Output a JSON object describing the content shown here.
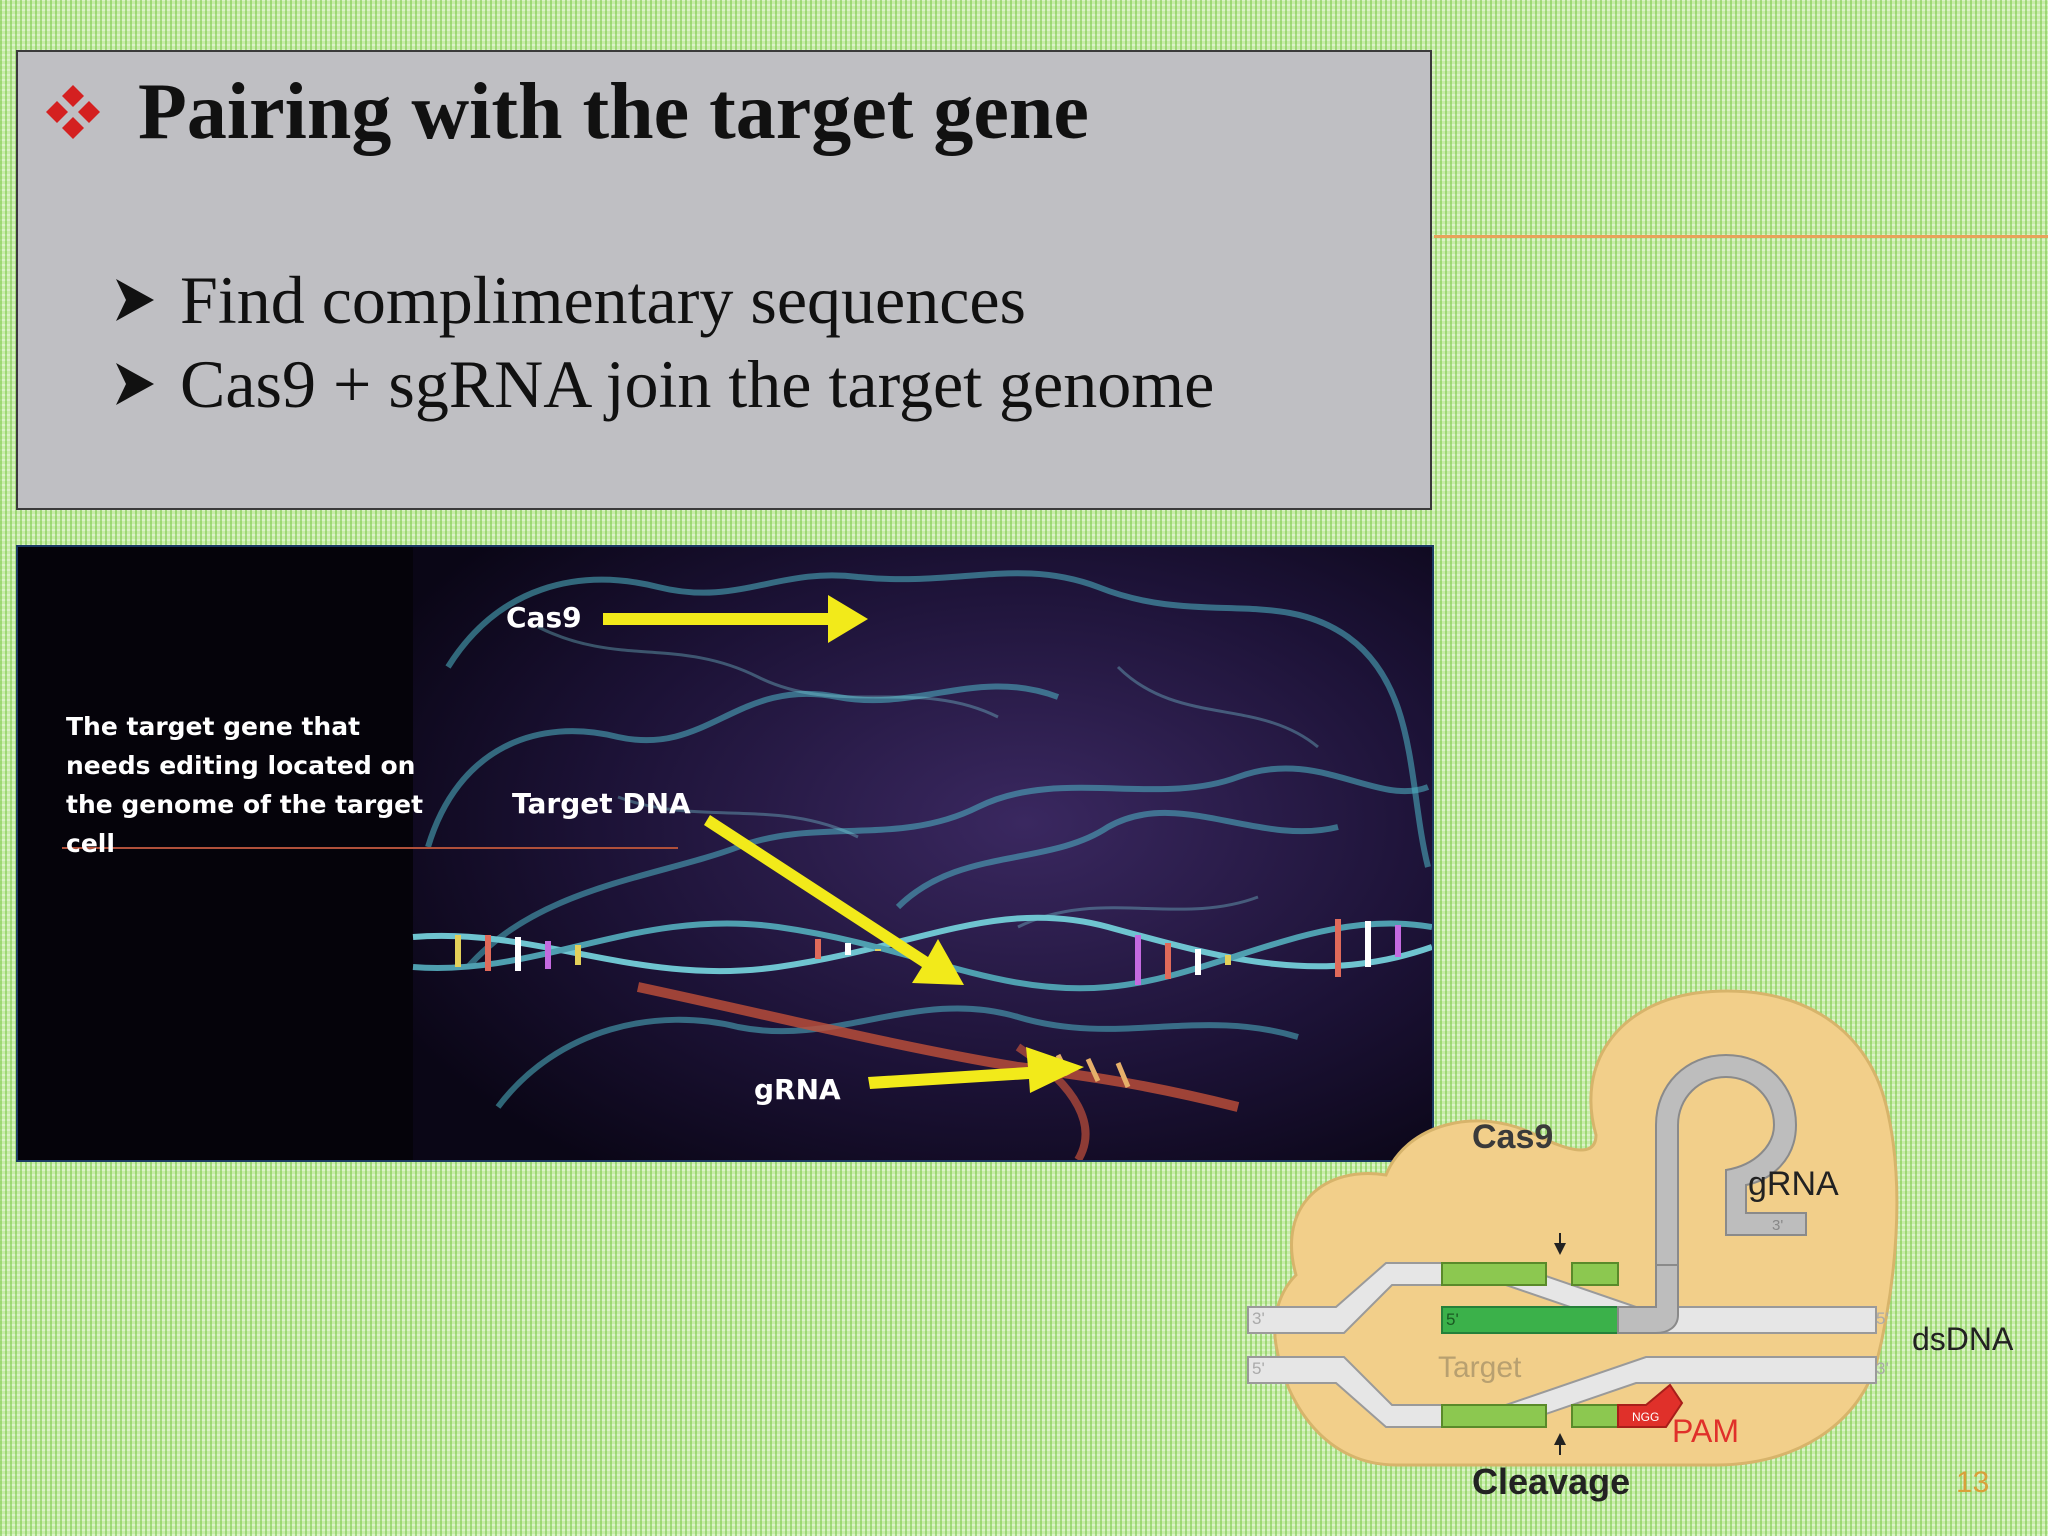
{
  "slide": {
    "title": "Pairing with the target gene",
    "bullets": [
      "Find complimentary sequences",
      "Cas9 + sgRNA join the target genome"
    ],
    "page_number": "13"
  },
  "photo": {
    "caption": "The target gene that needs editing located on the genome of the target cell",
    "labels": {
      "cas9": "Cas9",
      "target_dna": "Target DNA",
      "grna": "gRNA"
    }
  },
  "diagram": {
    "labels": {
      "cas9": "Cas9",
      "grna": "gRNA",
      "dsdna": "dsDNA",
      "target": "Target",
      "pam": "PAM",
      "cleavage": "Cleavage",
      "three_prime": "3'",
      "five_prime": "5'",
      "ngg": "NGG"
    }
  },
  "colors": {
    "bullet_diamond": "#d42020",
    "cas9_body": "#f2cf8a",
    "target_green": "#8cc850",
    "guide_green": "#3bb14a",
    "pam_red": "#e0302a",
    "arrow_yellow": "#f2ea1a"
  }
}
